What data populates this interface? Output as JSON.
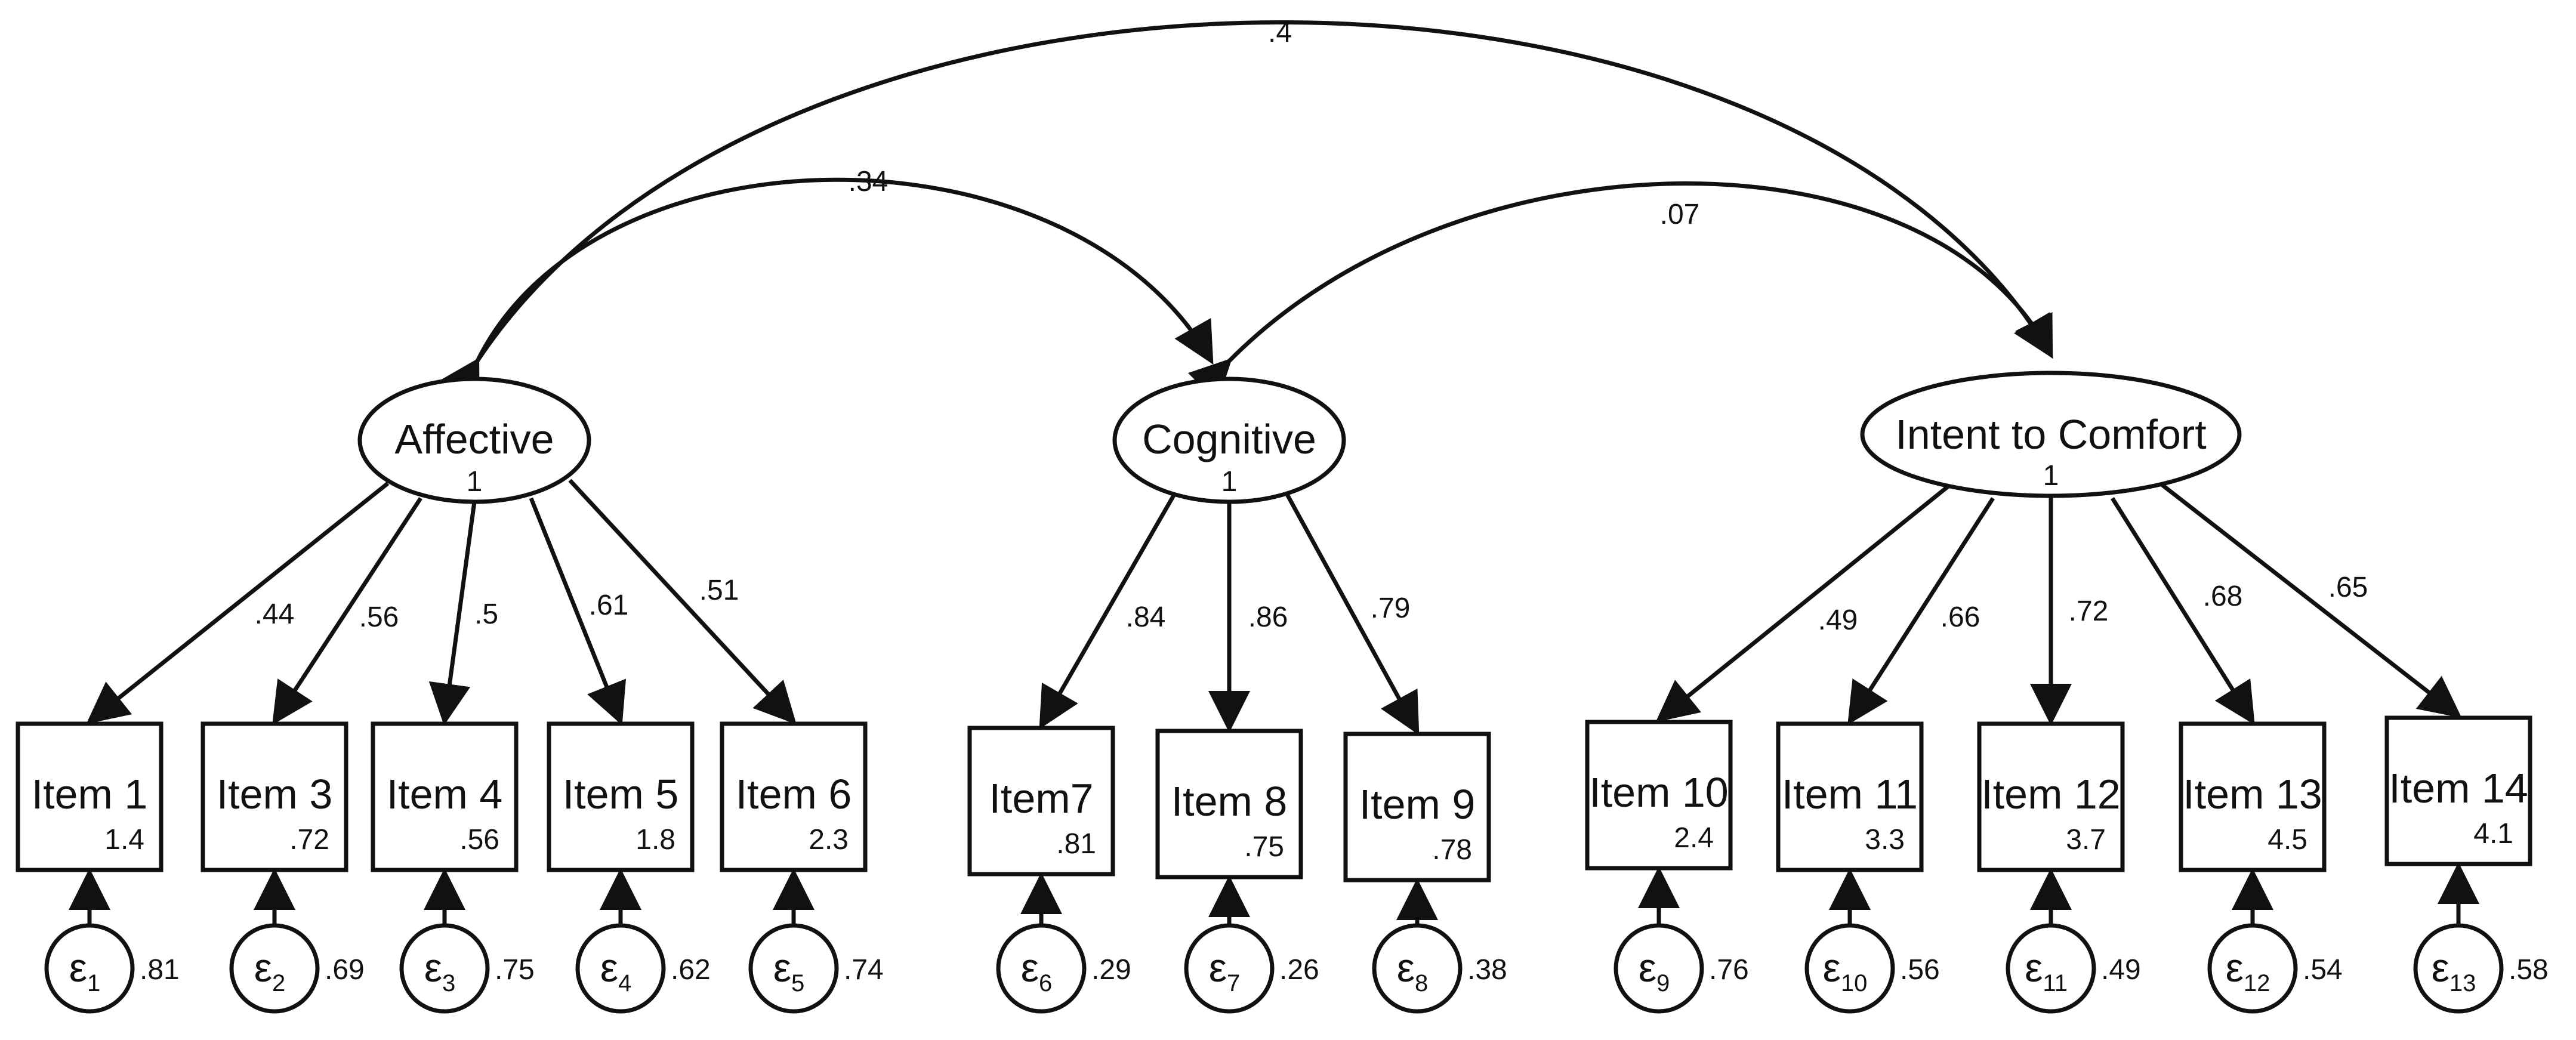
{
  "latents": [
    {
      "id": "affective",
      "name": "Affective",
      "variance": "1"
    },
    {
      "id": "cognitive",
      "name": "Cognitive",
      "variance": "1"
    },
    {
      "id": "intent",
      "name": "Intent to Comfort",
      "variance": "1"
    }
  ],
  "covariances": [
    {
      "from": "affective",
      "to": "cognitive",
      "value": ".34"
    },
    {
      "from": "cognitive",
      "to": "intent",
      "value": ".07"
    },
    {
      "from": "affective",
      "to": "intent",
      "value": ".4"
    }
  ],
  "items": [
    {
      "label": "Item 1",
      "latent": "affective",
      "loading": ".44",
      "intercept": "1.4",
      "error_symbol": "ε",
      "error_index": "1",
      "error_variance": ".81"
    },
    {
      "label": "Item 3",
      "latent": "affective",
      "loading": ".56",
      "intercept": ".72",
      "error_symbol": "ε",
      "error_index": "2",
      "error_variance": ".69"
    },
    {
      "label": "Item 4",
      "latent": "affective",
      "loading": ".5",
      "intercept": ".56",
      "error_symbol": "ε",
      "error_index": "3",
      "error_variance": ".75"
    },
    {
      "label": "Item 5",
      "latent": "affective",
      "loading": ".61",
      "intercept": "1.8",
      "error_symbol": "ε",
      "error_index": "4",
      "error_variance": ".62"
    },
    {
      "label": "Item 6",
      "latent": "affective",
      "loading": ".51",
      "intercept": "2.3",
      "error_symbol": "ε",
      "error_index": "5",
      "error_variance": ".74"
    },
    {
      "label": "Item7",
      "latent": "cognitive",
      "loading": ".84",
      "intercept": ".81",
      "error_symbol": "ε",
      "error_index": "6",
      "error_variance": ".29"
    },
    {
      "label": "Item 8",
      "latent": "cognitive",
      "loading": ".86",
      "intercept": ".75",
      "error_symbol": "ε",
      "error_index": "7",
      "error_variance": ".26"
    },
    {
      "label": "Item 9",
      "latent": "cognitive",
      "loading": ".79",
      "intercept": ".78",
      "error_symbol": "ε",
      "error_index": "8",
      "error_variance": ".38"
    },
    {
      "label": "Item 10",
      "latent": "intent",
      "loading": ".49",
      "intercept": "2.4",
      "error_symbol": "ε",
      "error_index": "9",
      "error_variance": ".76"
    },
    {
      "label": "Item 11",
      "latent": "intent",
      "loading": ".66",
      "intercept": "3.3",
      "error_symbol": "ε",
      "error_index": "10",
      "error_variance": ".56"
    },
    {
      "label": "Item 12",
      "latent": "intent",
      "loading": ".72",
      "intercept": "3.7",
      "error_symbol": "ε",
      "error_index": "11",
      "error_variance": ".49"
    },
    {
      "label": "Item 13",
      "latent": "intent",
      "loading": ".68",
      "intercept": "4.5",
      "error_symbol": "ε",
      "error_index": "12",
      "error_variance": ".54"
    },
    {
      "label": "Item 14",
      "latent": "intent",
      "loading": ".65",
      "intercept": "4.1",
      "error_symbol": "ε",
      "error_index": "13",
      "error_variance": ".58"
    }
  ]
}
